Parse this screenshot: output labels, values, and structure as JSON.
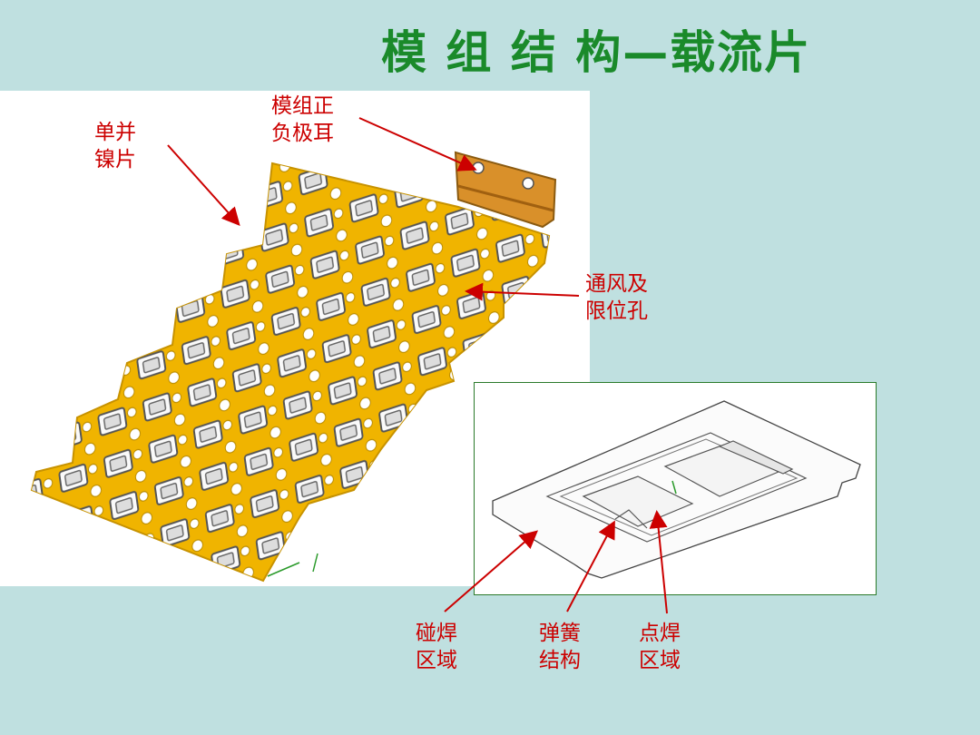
{
  "title": "模 组 结 构—载流片",
  "labels": {
    "nickel": [
      "单并",
      "镍片"
    ],
    "tab": [
      "模组正",
      "负极耳"
    ],
    "vent": [
      "通风及",
      "限位孔"
    ],
    "collision": [
      "碰焊",
      "区域"
    ],
    "spring": [
      "弹簧",
      "结构"
    ],
    "spot": [
      "点焊",
      "区域"
    ]
  },
  "colors": {
    "title": "#1a8a2a",
    "label": "#cc0000",
    "plate": "#f0b400",
    "background": "#bfe0e0"
  }
}
